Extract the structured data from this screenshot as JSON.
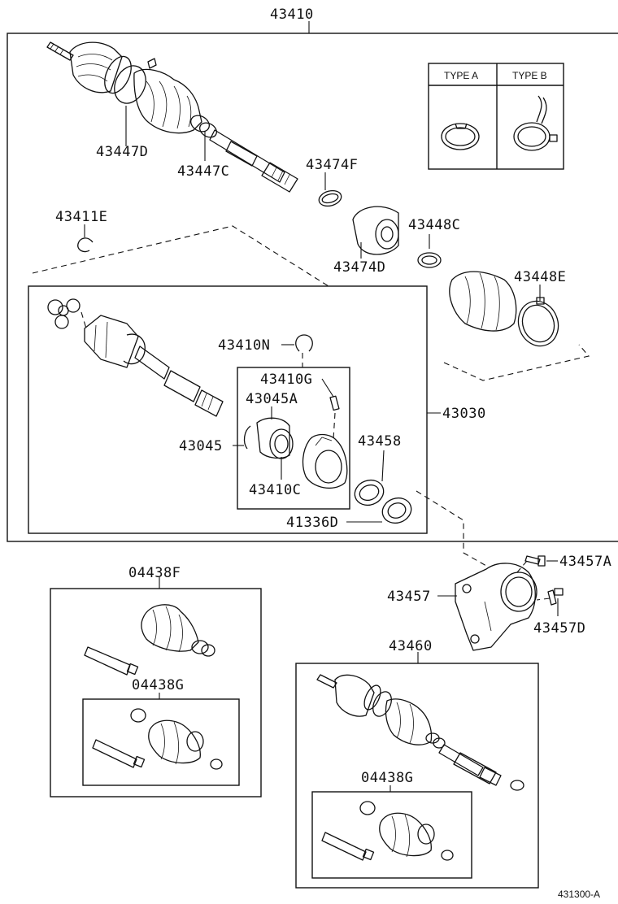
{
  "labels": {
    "l43410": "43410",
    "l43447D": "43447D",
    "l43447C": "43447C",
    "l43474F": "43474F",
    "l43411E": "43411E",
    "l43448C": "43448C",
    "l43474D": "43474D",
    "l43448E": "43448E",
    "l43410N": "43410N",
    "l43410G": "43410G",
    "l43045A": "43045A",
    "l43045": "43045",
    "l43458": "43458",
    "l43410C": "43410C",
    "l41336D": "41336D",
    "l43030": "43030",
    "l04438F": "04438F",
    "l04438G_left": "04438G",
    "l43457": "43457",
    "l43457A": "43457A",
    "l43457D": "43457D",
    "l43460": "43460",
    "l04438G_right": "04438G"
  },
  "type_table": {
    "type_a": "TYPE A",
    "type_b": "TYPE B"
  },
  "diagram_code": "431300-A"
}
